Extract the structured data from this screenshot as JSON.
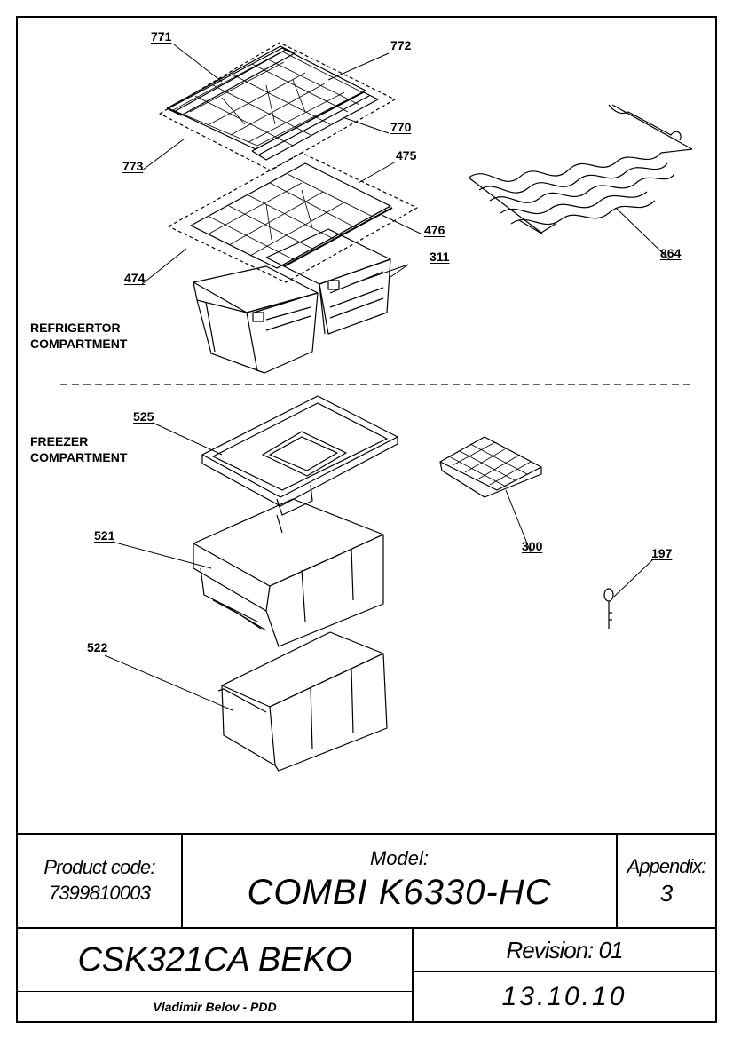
{
  "sections": {
    "refrigerator_line1": "REFRIGERTOR",
    "refrigerator_line2": "COMPARTMENT",
    "freezer_line1": "FREEZER",
    "freezer_line2": "COMPARTMENT"
  },
  "part_labels": {
    "p771": "771",
    "p772": "772",
    "p770": "770",
    "p773": "773",
    "p475": "475",
    "p476": "476",
    "p474": "474",
    "p311": "311",
    "p864": "864",
    "p525": "525",
    "p521": "521",
    "p522": "522",
    "p300": "300",
    "p197": "197"
  },
  "title_block": {
    "product_code_label": "Product code:",
    "product_code_value": "7399810003",
    "model_label": "Model:",
    "model_value": "COMBI K6330-HC",
    "appendix_label": "Appendix:",
    "appendix_value": "3",
    "product_name": "CSK321CA BEKO",
    "revision": "Revision: 01",
    "date": "13.10.10",
    "author": "Vladimir Belov - PDD"
  }
}
